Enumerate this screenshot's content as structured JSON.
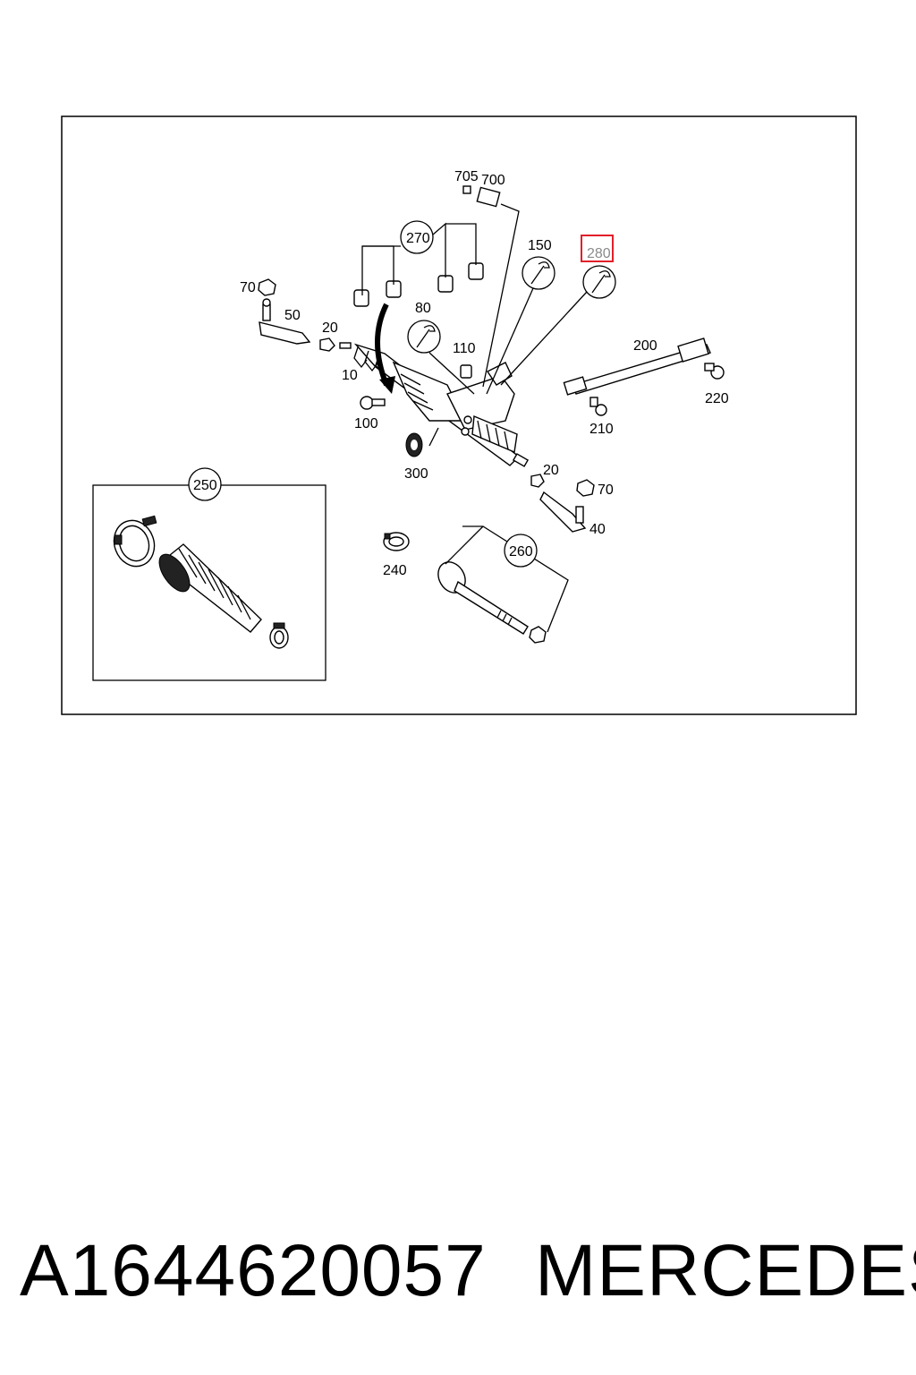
{
  "diagram": {
    "callouts": {
      "c10": "10",
      "c20a": "20",
      "c20b": "20",
      "c40": "40",
      "c50": "50",
      "c70a": "70",
      "c70b": "70",
      "c80": "80",
      "c100": "100",
      "c110": "110",
      "c150": "150",
      "c200": "200",
      "c210": "210",
      "c220": "220",
      "c240": "240",
      "c250": "250",
      "c260": "260",
      "c270": "270",
      "c280": "280",
      "c300": "300",
      "c700": "700",
      "c705": "705"
    },
    "highlighted_callout": "280",
    "highlight_color": "#e0202a",
    "highlight_text_color": "#8a8a8a"
  },
  "footer": {
    "part_number": "A1644620057",
    "brand": "MERCEDES"
  }
}
